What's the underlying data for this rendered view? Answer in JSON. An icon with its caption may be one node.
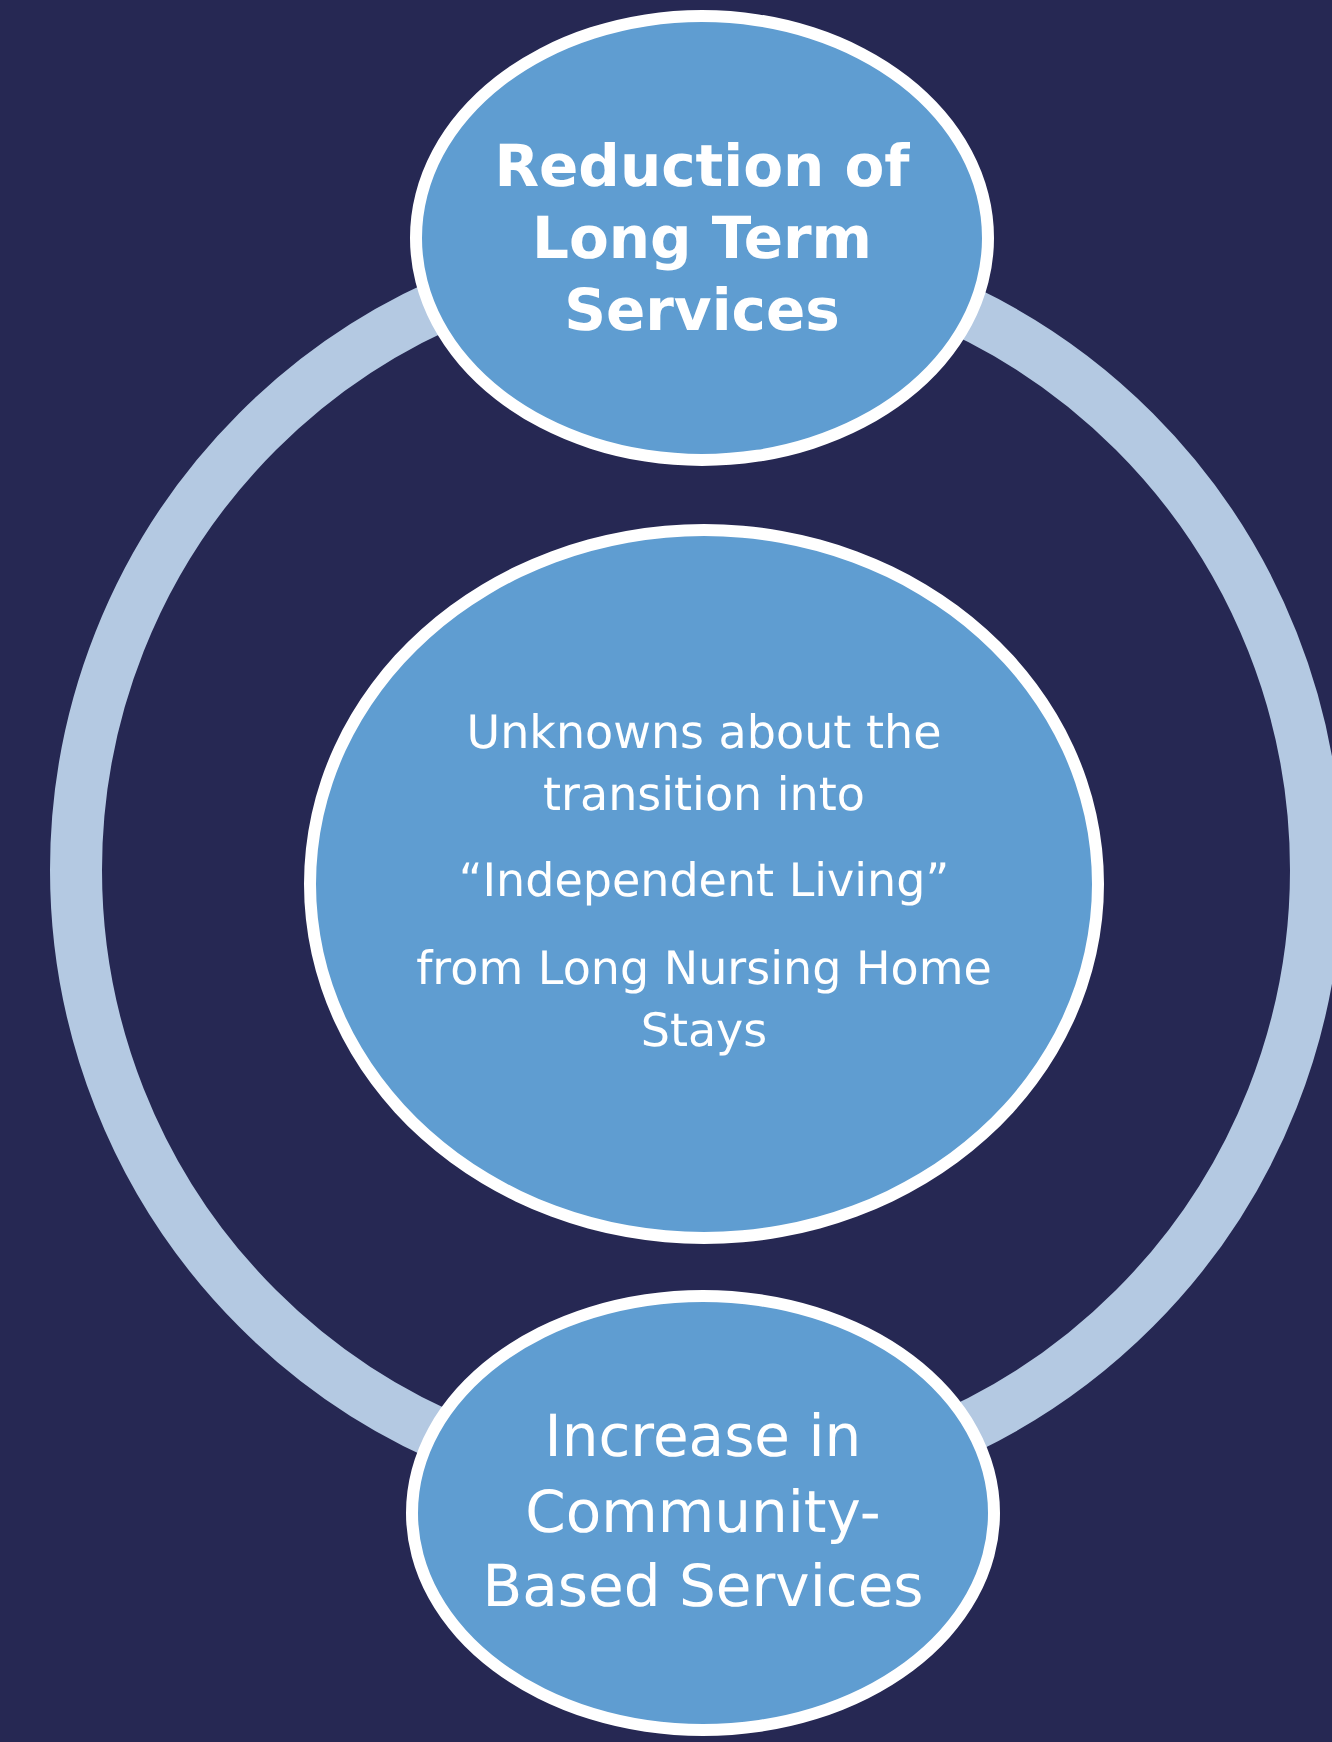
{
  "diagram": {
    "nodes": [
      {
        "text": [
          "Reduction of Long Term Services"
        ]
      },
      {
        "text": [
          "Unknowns about the transition into",
          "“Independent Living”",
          "from Long Nursing Home Stays"
        ]
      },
      {
        "text": [
          "Increase in Community-Based Services"
        ]
      }
    ]
  }
}
